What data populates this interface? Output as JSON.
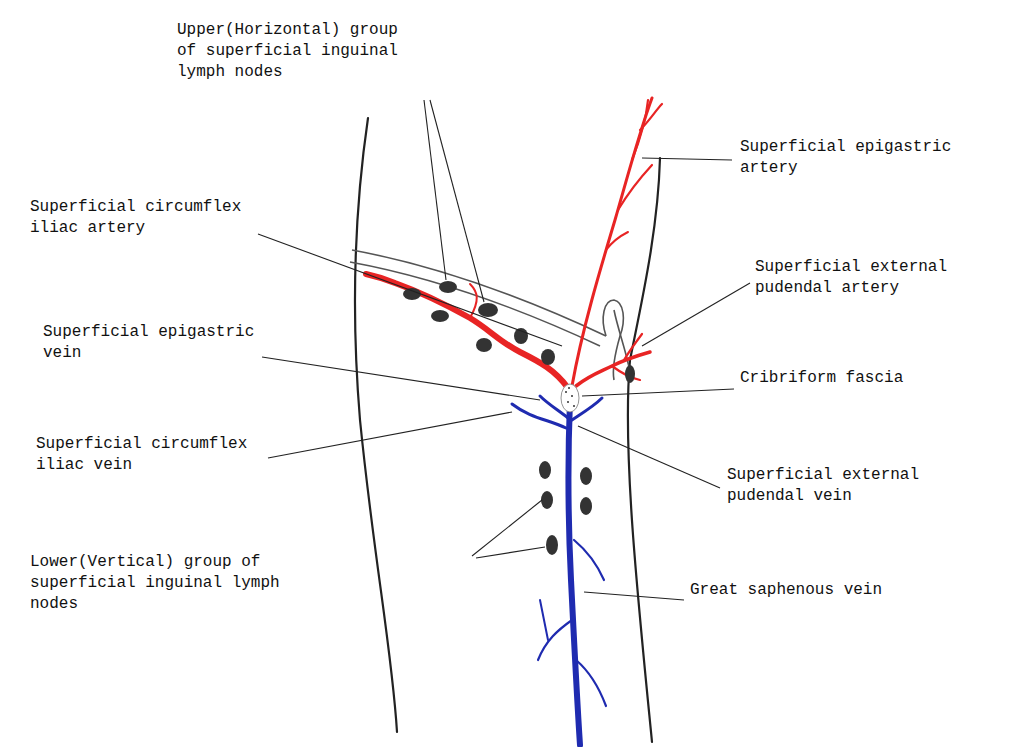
{
  "diagram": {
    "labels": [
      "Upper(Horizontal) group of superficial inguinal lymph nodes",
      "Superficial epigastric artery",
      "Superficial circumflex iliac artery",
      "Superficial external pudendal artery",
      "Superficial epigastric vein",
      "Cribriform fascia",
      "Superficial circumflex iliac vein",
      "Superficial external pudendal vein",
      "Lower(Vertical) group of superficial inguinal lymph nodes",
      "Great saphenous vein"
    ]
  }
}
